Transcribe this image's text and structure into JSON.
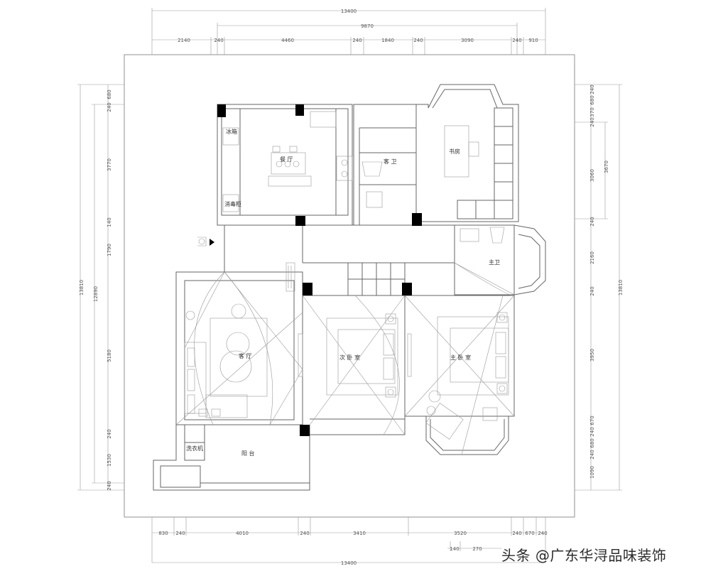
{
  "dimensions": {
    "top_outer": "13400",
    "top_mid": "9870",
    "top_row": [
      "2140",
      "240",
      "4460",
      "240",
      "1840",
      "240",
      "3090",
      "240",
      "910"
    ],
    "bottom_row": [
      "830",
      "240",
      "4010",
      "240",
      "3410",
      "3520",
      "240",
      "670",
      "240"
    ],
    "bottom_sub": [
      "140",
      "270"
    ],
    "bottom_outer": "13400",
    "left_outer": "13810",
    "left_mid": "12890",
    "left_col": [
      "680",
      "240",
      "3770",
      "140",
      "1790",
      "5180",
      "240",
      "1530",
      "240"
    ],
    "right_col": [
      "240",
      "680",
      "370",
      "240",
      "3060",
      "240",
      "2160",
      "240",
      "3950",
      "670",
      "240",
      "680",
      "240",
      "1090"
    ],
    "right_mid": "3670",
    "right_outer": "13810"
  },
  "rooms": {
    "fridge": "冰箱",
    "dining": "餐 厅",
    "disinfection": "消毒柜",
    "guest_bath": "客 卫",
    "study": "书房",
    "master_bath": "主卫",
    "living": "客 厅",
    "second_bedroom": "次 卧 室",
    "master_bedroom": "主 卧 室",
    "washer": "洗衣机",
    "balcony": "阳 台"
  },
  "watermark": "头条 @广东华浔品味装饰"
}
